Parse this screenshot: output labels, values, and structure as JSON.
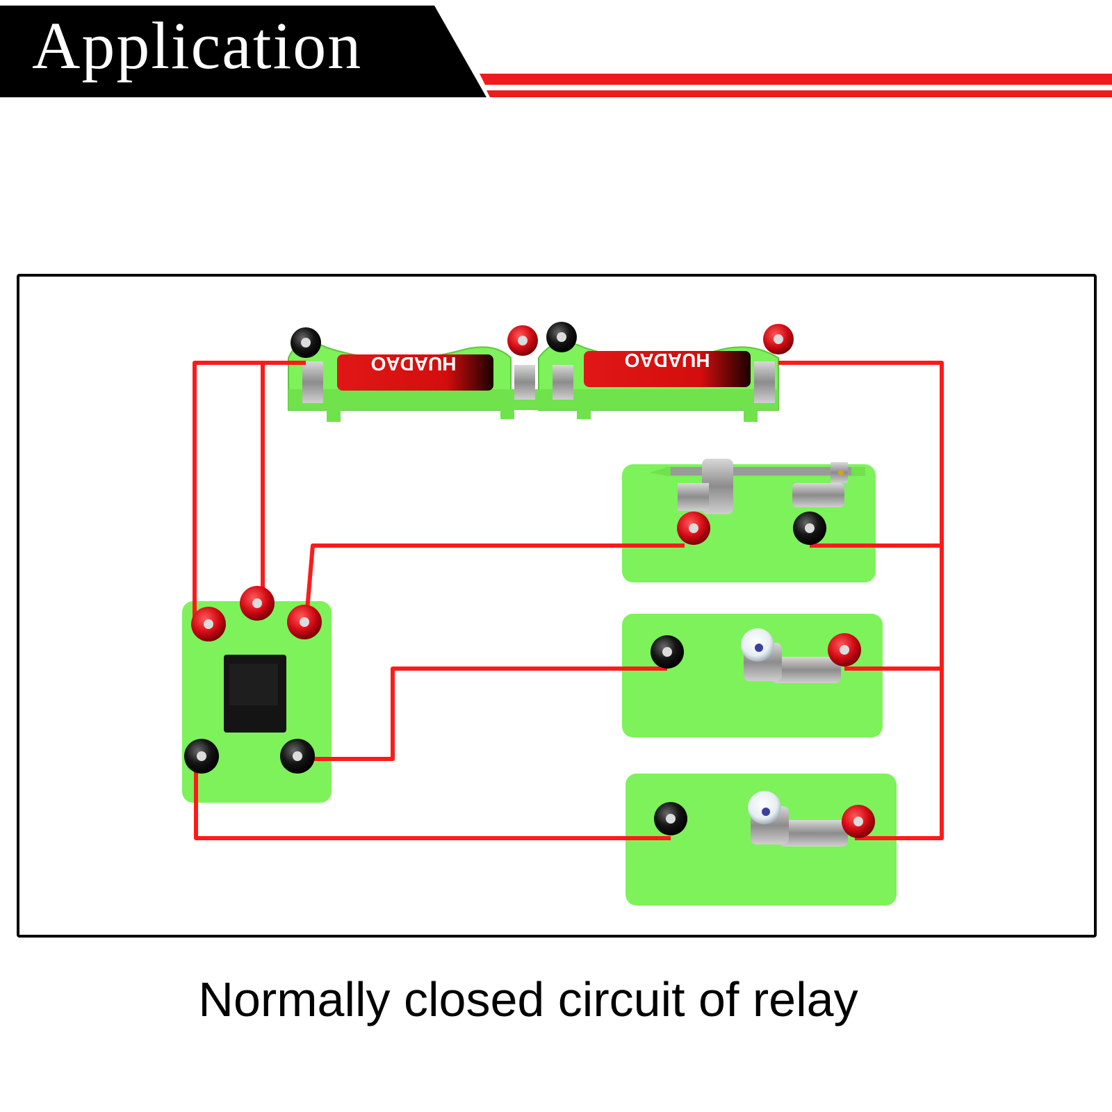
{
  "header": {
    "title": "Application",
    "bar_color": "#000000",
    "accent_color": "#ee1c1c"
  },
  "diagram": {
    "battery_brand_1": "HUADAO",
    "battery_brand_2": "HUADAO",
    "wire_color": "#ff1a1a",
    "board_color": "#7df25a",
    "terminal_red": "#d40a14",
    "terminal_black": "#151515"
  },
  "caption": "Normally closed circuit of relay"
}
